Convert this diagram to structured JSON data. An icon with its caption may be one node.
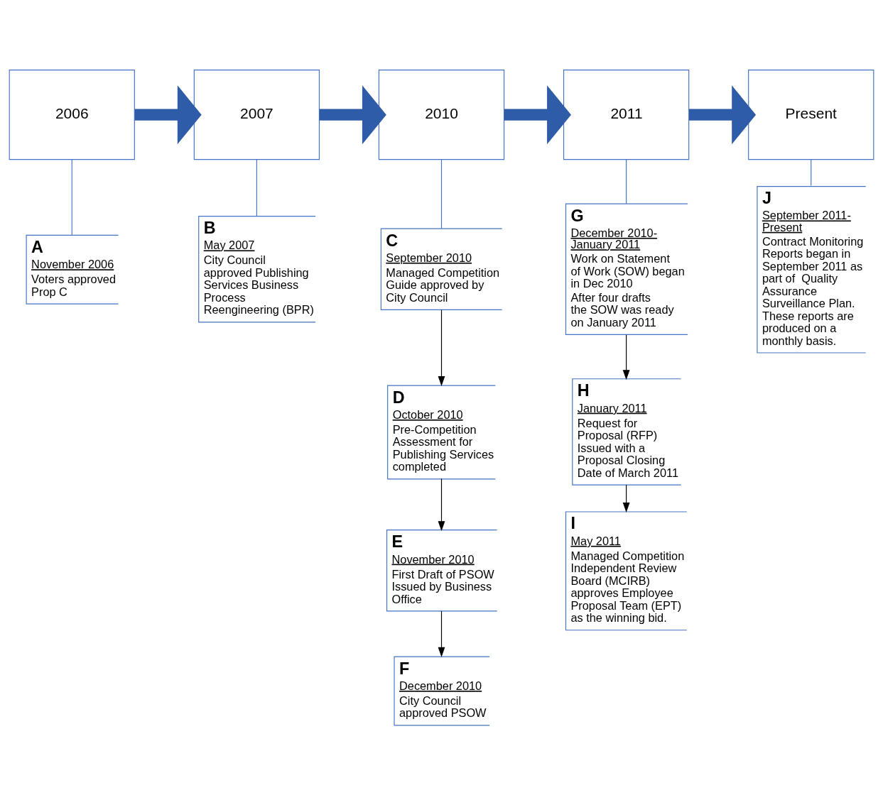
{
  "diagram": {
    "nodes": [
      {
        "text": [
          "2006"
        ]
      },
      {
        "text": [
          "2007"
        ]
      },
      {
        "text": [
          "2010"
        ]
      },
      {
        "text": [
          "2011"
        ]
      },
      {
        "text": [
          "Present"
        ]
      },
      {
        "text": [
          "A",
          "November 2006",
          "Voters approved Prop C"
        ]
      },
      {
        "text": [
          "B",
          "May 2007",
          "City Council approved Publishing Services Business Process Reengineering (BPR)"
        ]
      },
      {
        "text": [
          "C",
          "September 2010",
          "Managed Competition Guide approved by City Council"
        ]
      },
      {
        "text": [
          "D",
          "October 2010",
          "Pre-Competition Assessment for Publishing Services completed"
        ]
      },
      {
        "text": [
          "E",
          "November 2010",
          "First Draft of PSOW Issued by Business Office"
        ]
      },
      {
        "text": [
          "F",
          "December 2010",
          "City Council approved PSOW"
        ]
      },
      {
        "text": [
          "G",
          "December 2010- January 2011",
          "Work on Statement of Work (SOW) began in Dec 2010",
          "After four drafts the SOW was ready on January 2011"
        ]
      },
      {
        "text": [
          "H",
          "January 2011",
          "Request for Proposal (RFP) Issued with a Proposal Closing Date of March 2011"
        ]
      },
      {
        "text": [
          "I",
          "May 2011",
          "Managed Competition Independent Review Board (MCIRB) approves Employee Proposal Team (EPT) as the winning bid."
        ]
      },
      {
        "text": [
          "J",
          "September 2011- Present",
          "Contract Monitoring Reports began in September 2011 as part of  Quality Assurance Surveillance Plan. These reports are produced on a monthly basis."
        ]
      }
    ],
    "edges": [
      {
        "from": 0,
        "to": 1,
        "arrow": "to",
        "style": "thick",
        "color": "#2e5ca8"
      },
      {
        "from": 1,
        "to": 2,
        "arrow": "to",
        "style": "thick",
        "color": "#2e5ca8"
      },
      {
        "from": 2,
        "to": 3,
        "arrow": "to",
        "style": "thick",
        "color": "#2e5ca8"
      },
      {
        "from": 3,
        "to": 4,
        "arrow": "to",
        "style": "thick",
        "color": "#2e5ca8"
      },
      {
        "from": 0,
        "to": 5,
        "arrow": "none",
        "color": "#4472c4"
      },
      {
        "from": 1,
        "to": 6,
        "arrow": "none",
        "color": "#4472c4"
      },
      {
        "from": 2,
        "to": 7,
        "arrow": "none",
        "color": "#4472c4"
      },
      {
        "from": 3,
        "to": 11,
        "arrow": "none",
        "color": "#4472c4"
      },
      {
        "from": 4,
        "to": 14,
        "arrow": "none",
        "color": "#4472c4"
      },
      {
        "from": 7,
        "to": 8,
        "arrow": "to",
        "color": "#000000"
      },
      {
        "from": 8,
        "to": 9,
        "arrow": "to",
        "color": "#000000"
      },
      {
        "from": 9,
        "to": 10,
        "arrow": "to",
        "color": "#000000"
      },
      {
        "from": 11,
        "to": 12,
        "arrow": "to",
        "color": "#000000"
      },
      {
        "from": 12,
        "to": 13,
        "arrow": "to",
        "color": "#000000"
      }
    ]
  }
}
